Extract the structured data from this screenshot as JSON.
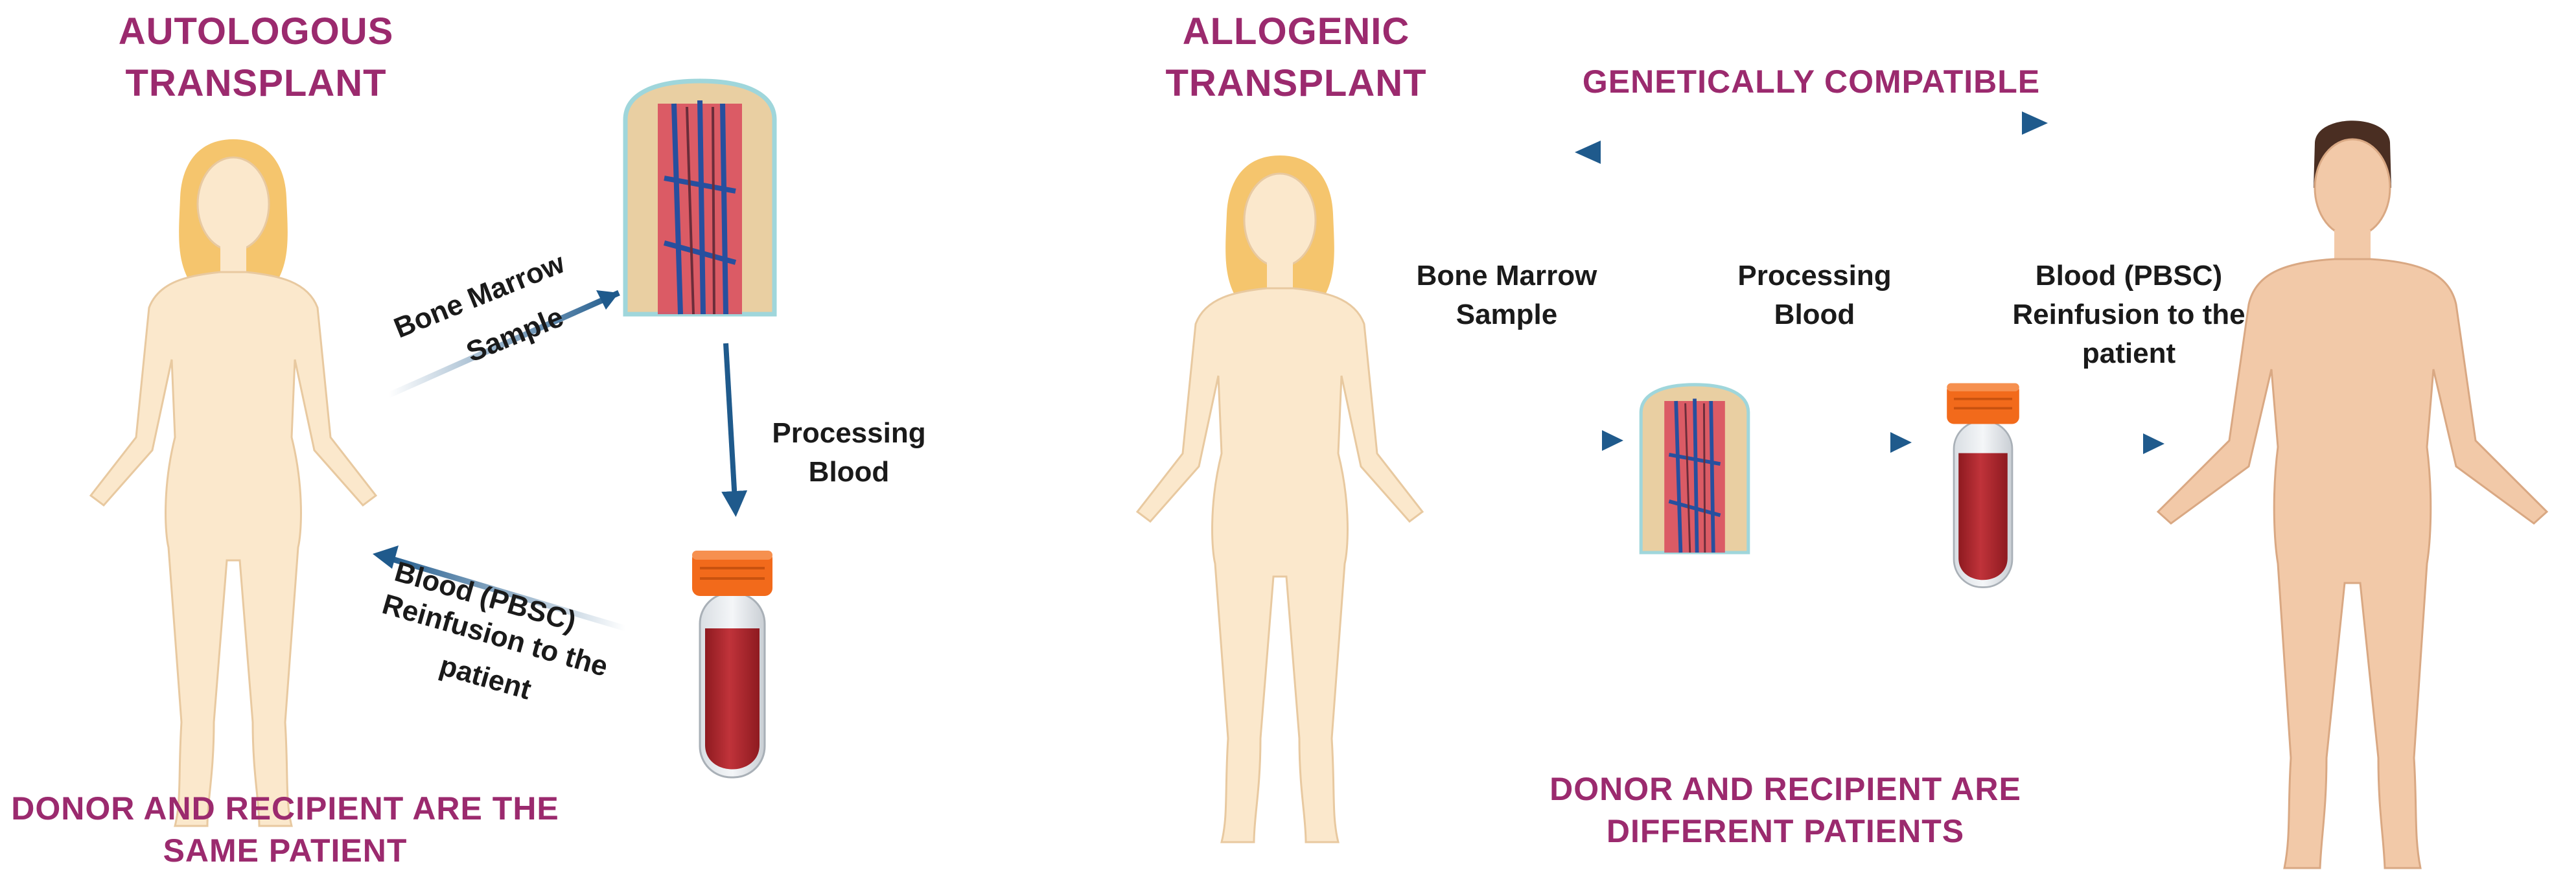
{
  "autologous": {
    "title_line1": "AUTOLOGOUS",
    "title_line2": "TRANSPLANT",
    "bone_marrow_line1": "Bone Marrow",
    "bone_marrow_line2": "Sample",
    "processing_line1": "Processing",
    "processing_line2": "Blood",
    "reinfusion_line1": "Blood (PBSC)",
    "reinfusion_line2": "Reinfusion to the",
    "reinfusion_line3": "patient",
    "caption_line1": "DONOR AND RECIPIENT ARE THE",
    "caption_line2": "SAME PATIENT"
  },
  "allogenic": {
    "title_line1": "ALLOGENIC",
    "title_line2": "TRANSPLANT",
    "compatibility_label": "GENETICALLY COMPATIBLE",
    "bone_marrow_line1": "Bone Marrow",
    "bone_marrow_line2": "Sample",
    "processing_line1": "Processing",
    "processing_line2": "Blood",
    "reinfusion_line1": "Blood (PBSC)",
    "reinfusion_line2": "Reinfusion to the",
    "reinfusion_line3": "patient",
    "caption_line1": "DONOR AND RECIPIENT ARE",
    "caption_line2": "DIFFERENT PATIENTS"
  },
  "colors": {
    "heading": "#9b2a6e",
    "arrow": "#1f5a8c",
    "female_skin": "#fbe8cc",
    "male_skin": "#f2c9a8",
    "blood": "#b3262c",
    "tube_cap": "#f26a1b"
  }
}
